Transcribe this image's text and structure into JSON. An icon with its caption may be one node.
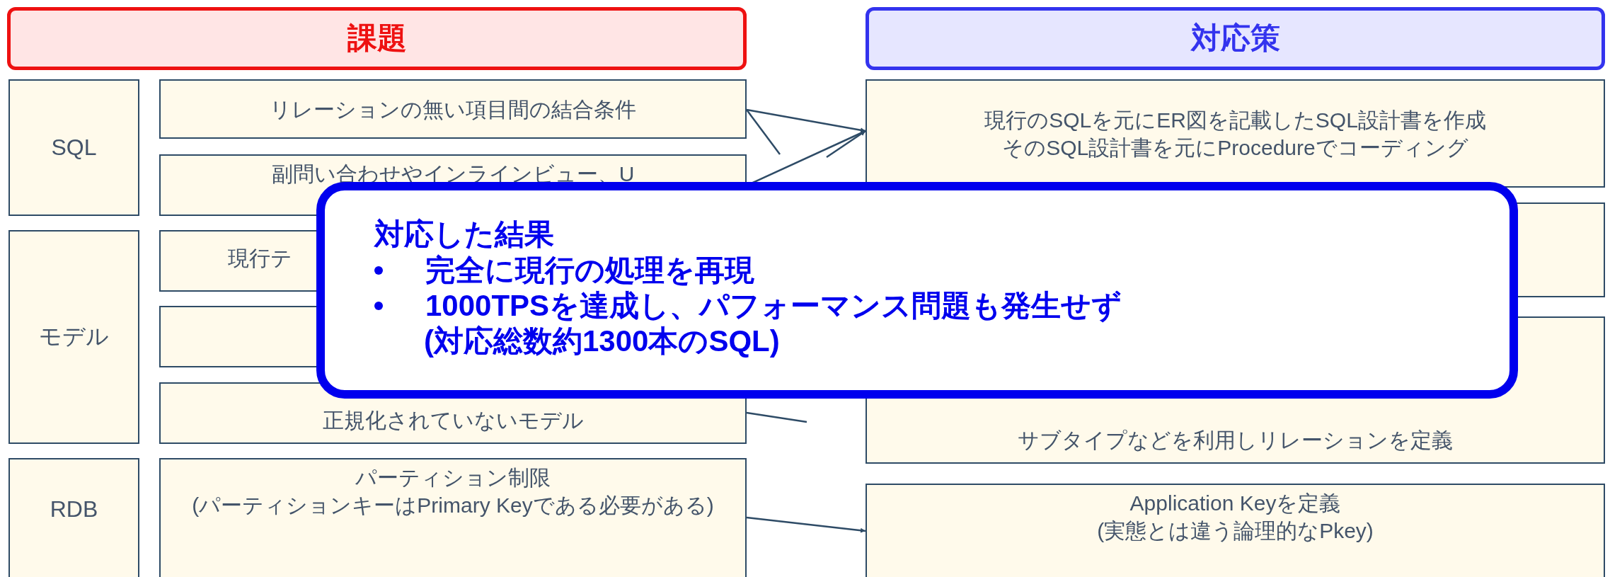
{
  "diagram": {
    "nodes": [
      {
        "text": [
          "課題"
        ]
      },
      {
        "text": [
          "対応策"
        ]
      },
      {
        "text": [
          "SQL"
        ]
      },
      {
        "text": [
          "リレーションの無い項目間の結合条件"
        ]
      },
      {
        "text": [
          "副問い合わせやインラインビュー、U"
        ]
      },
      {
        "text": [
          "モデル"
        ]
      },
      {
        "text": [
          "現行テ"
        ]
      },
      {
        "text": [],
        "shape": "box"
      },
      {
        "text": [
          "正規化されていないモデル"
        ]
      },
      {
        "text": [
          "RDB"
        ]
      },
      {
        "text": [
          "パーティション制限",
          "(パーティションキーはPrimary Keyである必要がある)"
        ]
      },
      {
        "text": [
          "現行のSQLを元にER図を記載したSQL設計書を作成",
          "そのSQL設計書を元にProcedureでコーディング"
        ]
      },
      {
        "text": [],
        "shape": "box"
      },
      {
        "text": [
          "サブタイプなどを利用しリレーションを定義"
        ]
      },
      {
        "text": [
          "Application Keyを定義",
          "(実態とは違う論理的なPkey)"
        ]
      },
      {
        "text": [
          "対応した結果",
          "完全に現行の処理を再現",
          "1000TPSを達成し、パフォーマンス問題も発生せず",
          "(対応総数約1300本のSQL)"
        ]
      }
    ],
    "edges": [
      {
        "from": 3,
        "to": 11,
        "arrow": "to"
      },
      {
        "from": 4,
        "to": 11,
        "arrow": "to"
      },
      {
        "from": null,
        "to": 11,
        "arrow": "to"
      },
      {
        "from": 3,
        "to": null,
        "arrow": "none"
      },
      {
        "from": 8,
        "to": null,
        "arrow": "none"
      },
      {
        "from": 10,
        "to": 14,
        "arrow": "to"
      }
    ]
  }
}
